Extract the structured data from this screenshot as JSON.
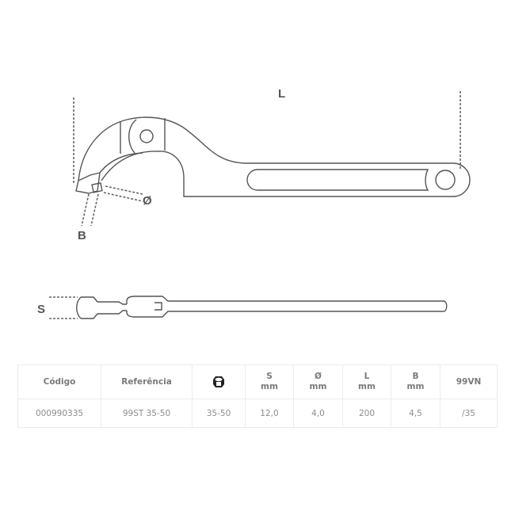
{
  "drawing": {
    "labels": {
      "length": "L",
      "diameter": "Ø",
      "pin_width": "B",
      "thickness": "S"
    },
    "stroke_color": "#555555",
    "dash_color": "#666666"
  },
  "table": {
    "headers": [
      {
        "label": "Código",
        "unit": ""
      },
      {
        "label": "Referência",
        "unit": ""
      },
      {
        "label": "",
        "unit": "",
        "icon": "hex-nut-icon"
      },
      {
        "label": "S",
        "unit": "mm"
      },
      {
        "label": "Ø",
        "unit": "mm"
      },
      {
        "label": "L",
        "unit": "mm"
      },
      {
        "label": "B",
        "unit": "mm"
      },
      {
        "label": "99VN",
        "unit": ""
      }
    ],
    "rows": [
      {
        "codigo": "000990335",
        "referencia": "99ST 35-50",
        "range": "35-50",
        "s_mm": "12,0",
        "diameter_mm": "4,0",
        "l_mm": "200",
        "b_mm": "4,5",
        "vn": "/35"
      }
    ],
    "border_color": "#ececec",
    "text_color": "#888888"
  }
}
